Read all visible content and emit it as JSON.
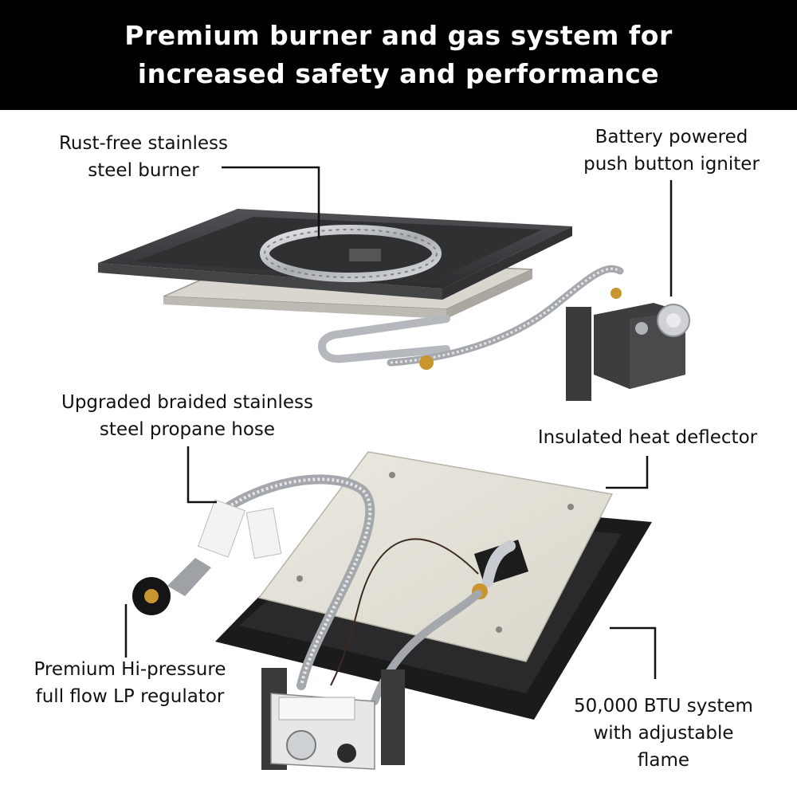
{
  "banner": {
    "line1": "Premium burner and gas system for",
    "line2": "increased safety and performance"
  },
  "callouts": {
    "burner": {
      "line1": "Rust-free stainless",
      "line2": "steel burner"
    },
    "igniter": {
      "line1": "Battery powered",
      "line2": "push button igniter"
    },
    "hose": {
      "line1": "Upgraded braided stainless",
      "line2": "steel propane hose"
    },
    "deflector": {
      "line1": "Insulated heat deflector"
    },
    "regulator": {
      "line1": "Premium Hi-pressure",
      "line2": "full flow LP regulator"
    },
    "btu": {
      "line1": "50,000 BTU system",
      "line2": "with adjustable",
      "line3": "flame"
    }
  },
  "colors": {
    "banner_bg": "#000000",
    "banner_text": "#ffffff",
    "pan": "#3a3a3c",
    "deflector_plate": "#e4e2d8",
    "stainless": "#b8bcc0",
    "brass": "#c9952e"
  }
}
